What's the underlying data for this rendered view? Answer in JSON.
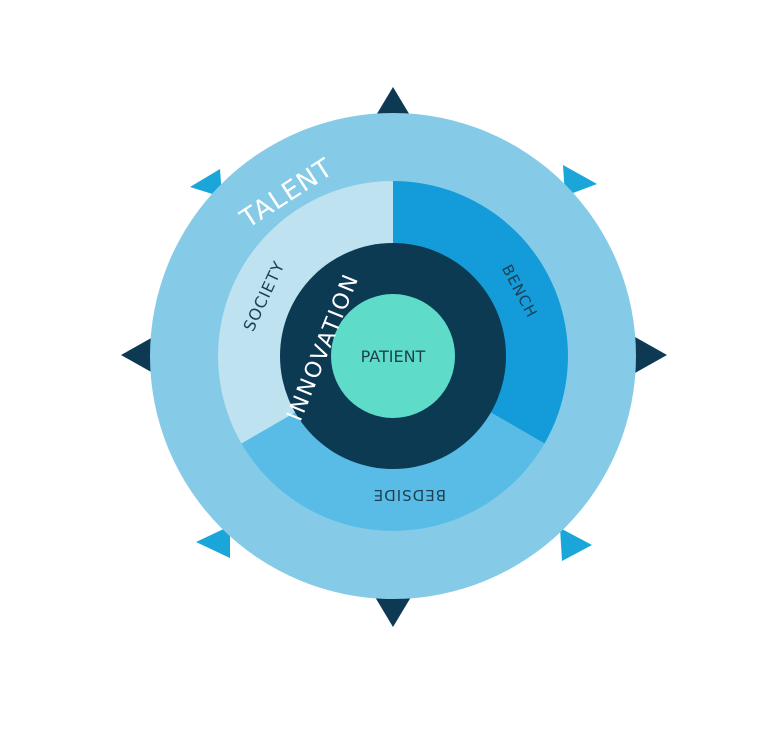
{
  "diagram": {
    "outer_ring": {
      "label": "TALENT"
    },
    "segments": [
      {
        "id": "society",
        "label": "SOCIETY"
      },
      {
        "id": "bench",
        "label": "BENCH"
      },
      {
        "id": "bedside",
        "label": "BEDSIDE"
      }
    ],
    "inner_ring": {
      "label": "INNOVATION"
    },
    "center": {
      "label": "PATIENT"
    }
  },
  "colors": {
    "outer_ring": "#85cbe8",
    "society": "#bfe2f0",
    "bench": "#149bd9",
    "bedside": "#58bce6",
    "innovation": "#0b3a52",
    "patient": "#5edcc9",
    "arrow_dark": "#0d3a52",
    "arrow_light": "#1aa6d9",
    "text_light": "#ffffff",
    "text_dark": "#1e3f52"
  }
}
